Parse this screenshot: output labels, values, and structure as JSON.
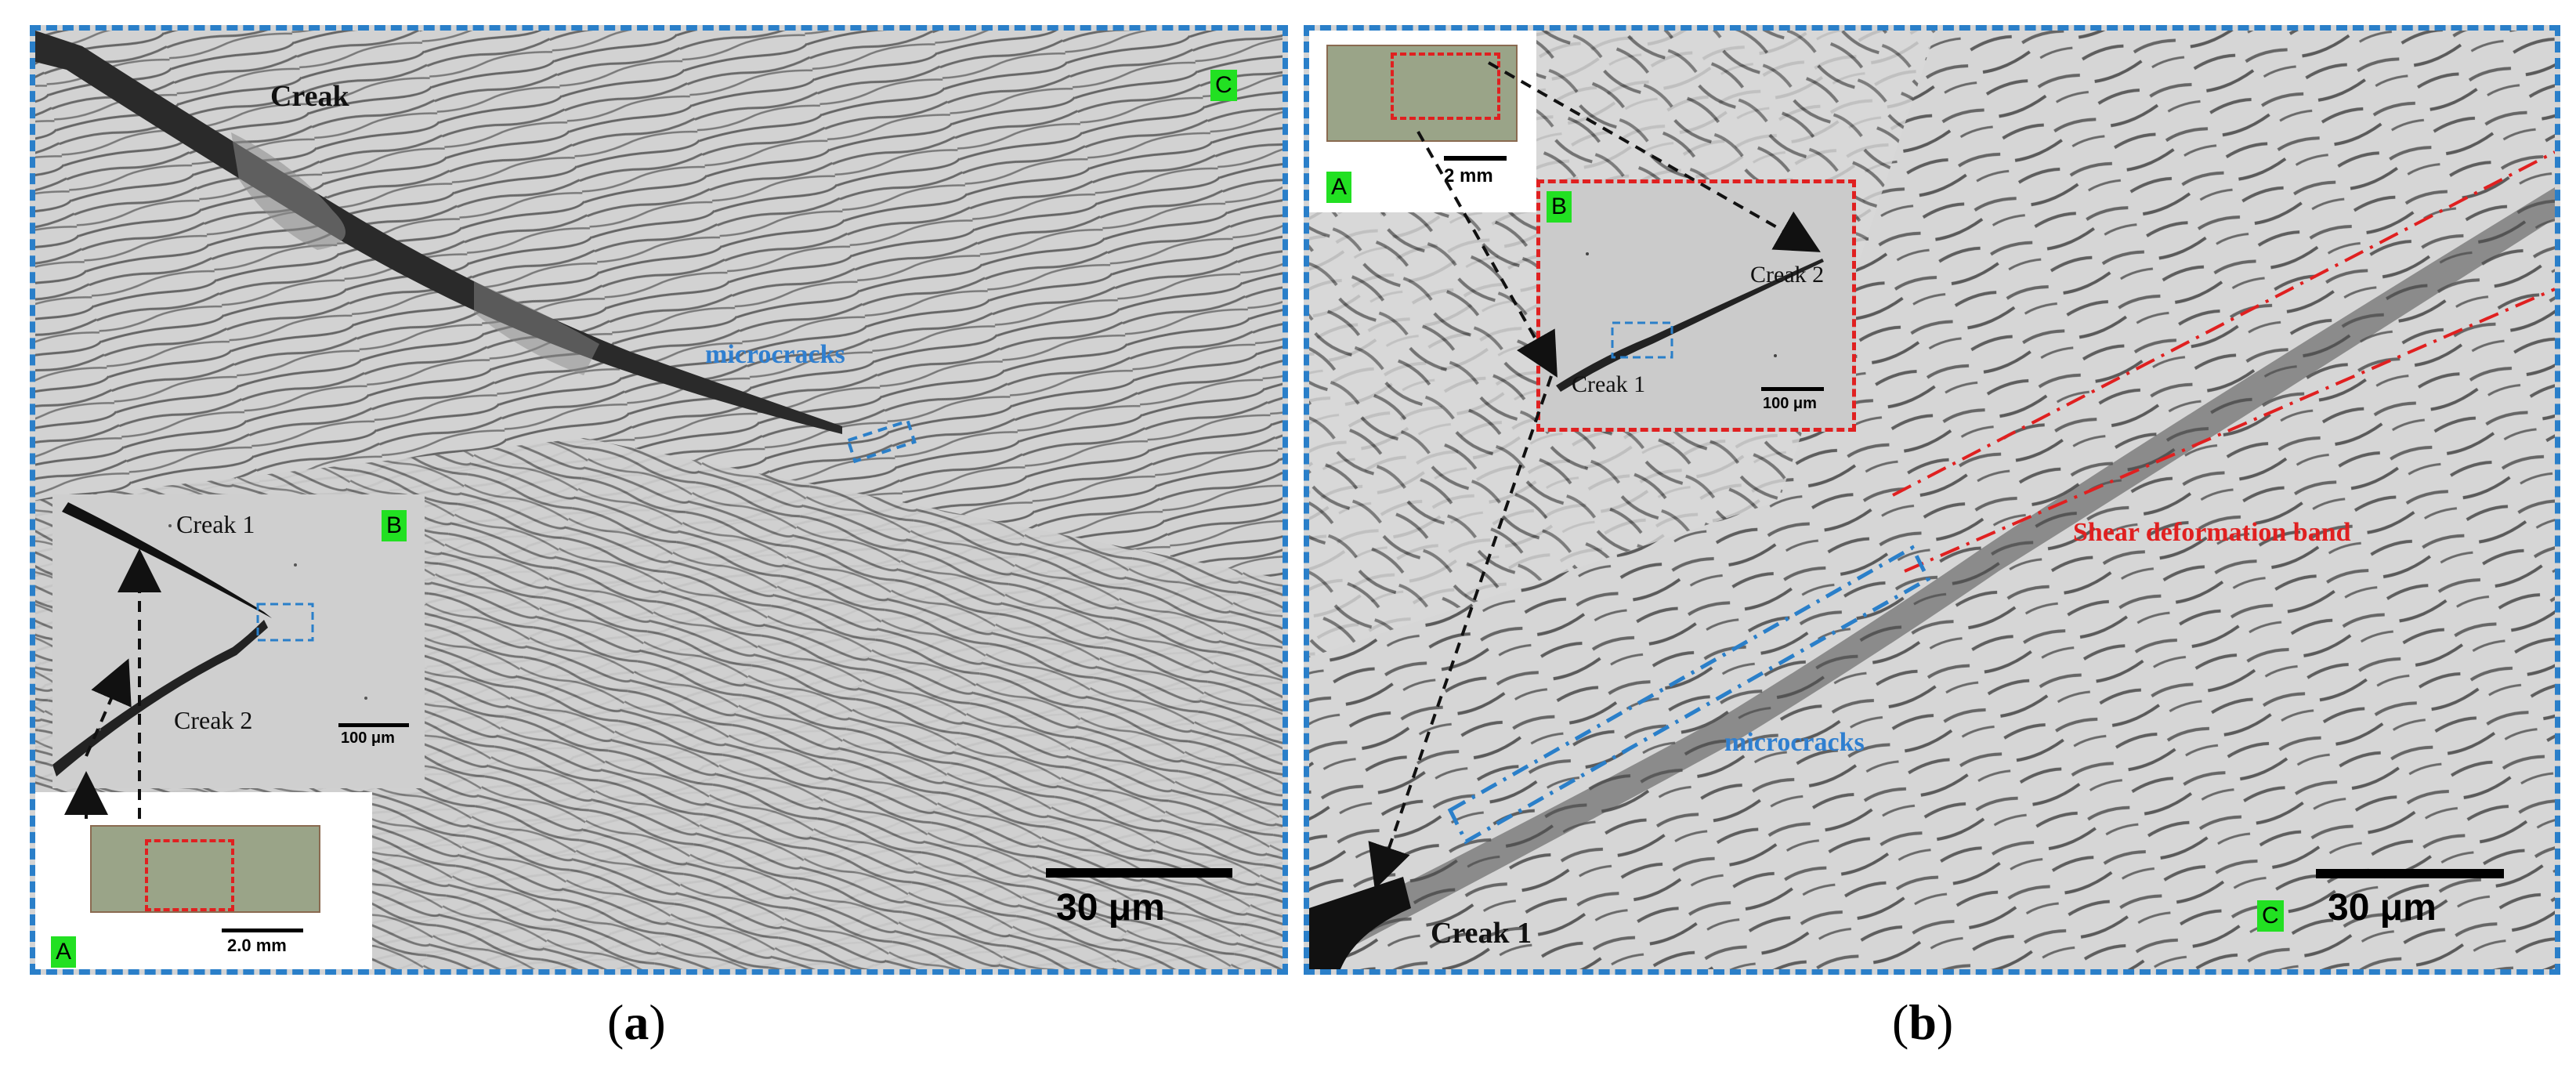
{
  "panel_a": {
    "caption_paren_left": "(",
    "caption_letter": "a",
    "caption_paren_right": ")",
    "crack_label": "Creak",
    "microcracks_label": "microcracks",
    "tag_c": "C",
    "scale_main": "30 μm",
    "inset_b": {
      "creak1": "Creak 1",
      "creak2": "Creak 2",
      "tag": "B",
      "scale": "100 μm"
    },
    "inset_a": {
      "tag": "A",
      "scale": "2.0 mm"
    }
  },
  "panel_b": {
    "caption_paren_left": "(",
    "caption_letter": "b",
    "caption_paren_right": ")",
    "crack_label": "Creak 1",
    "microcracks_label": "microcracks",
    "shear_label": "Shear deformation band",
    "tag_c": "C",
    "scale_main": "30 μm",
    "inset_a": {
      "tag": "A",
      "scale": "2 mm"
    },
    "inset_b": {
      "creak1": "Creak 1",
      "creak2": "Creak 2",
      "tag": "B",
      "scale": "100 μm"
    }
  },
  "colors": {
    "frame_blue": "#2a7fc9",
    "label_blue": "#2f7fd0",
    "inset_red": "#e02020",
    "tag_green": "#22e022",
    "shear_red": "#e02020"
  }
}
